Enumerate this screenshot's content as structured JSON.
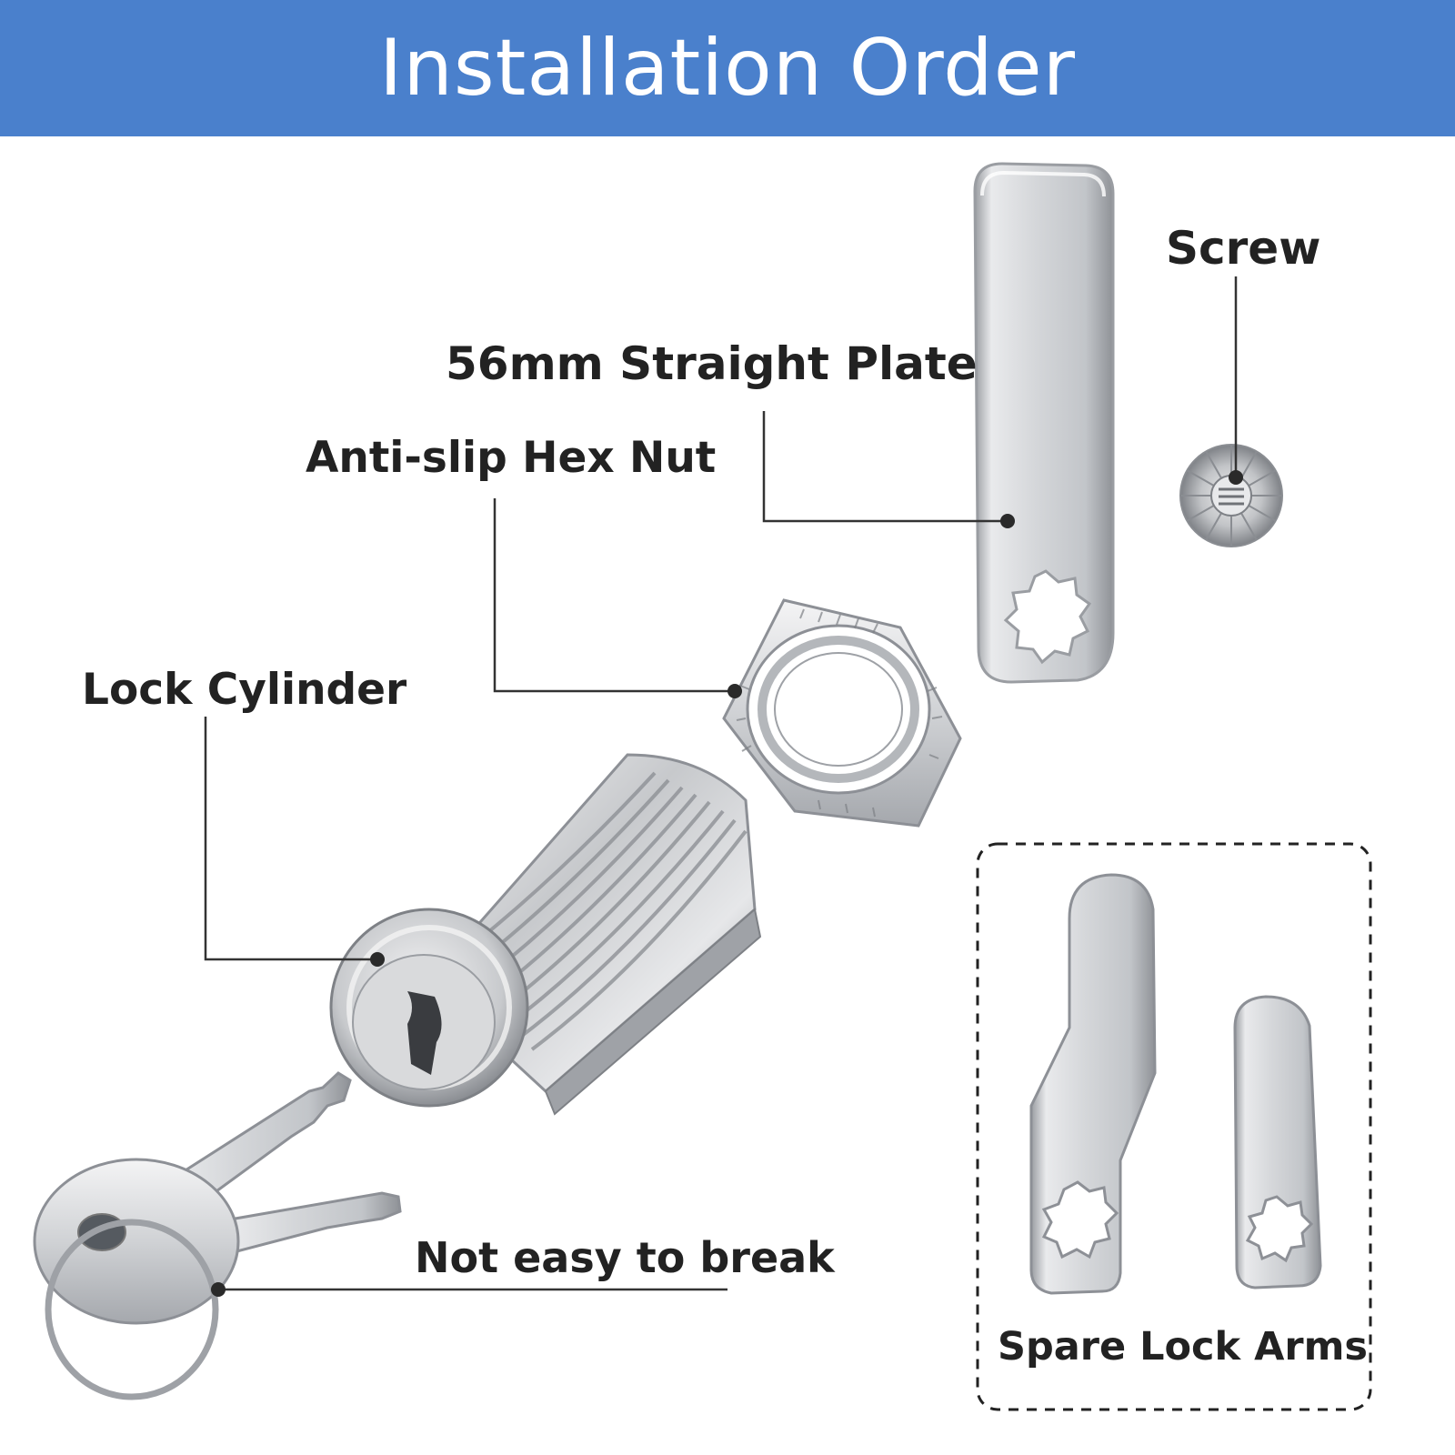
{
  "header": {
    "title": "Installation Order"
  },
  "parts": {
    "screw": "Screw",
    "straight_plate": "56mm Straight Plate",
    "hex_nut": "Anti-slip Hex Nut",
    "lock_cylinder": "Lock Cylinder",
    "keys": "Not easy to break",
    "spare_arms": "Spare Lock Arms"
  },
  "colors": {
    "banner": "#4a80cc",
    "metal_light": "#f2f2f2",
    "metal_mid": "#c9ccd0",
    "metal_dark": "#8d9096",
    "leader_line": "#333333"
  }
}
